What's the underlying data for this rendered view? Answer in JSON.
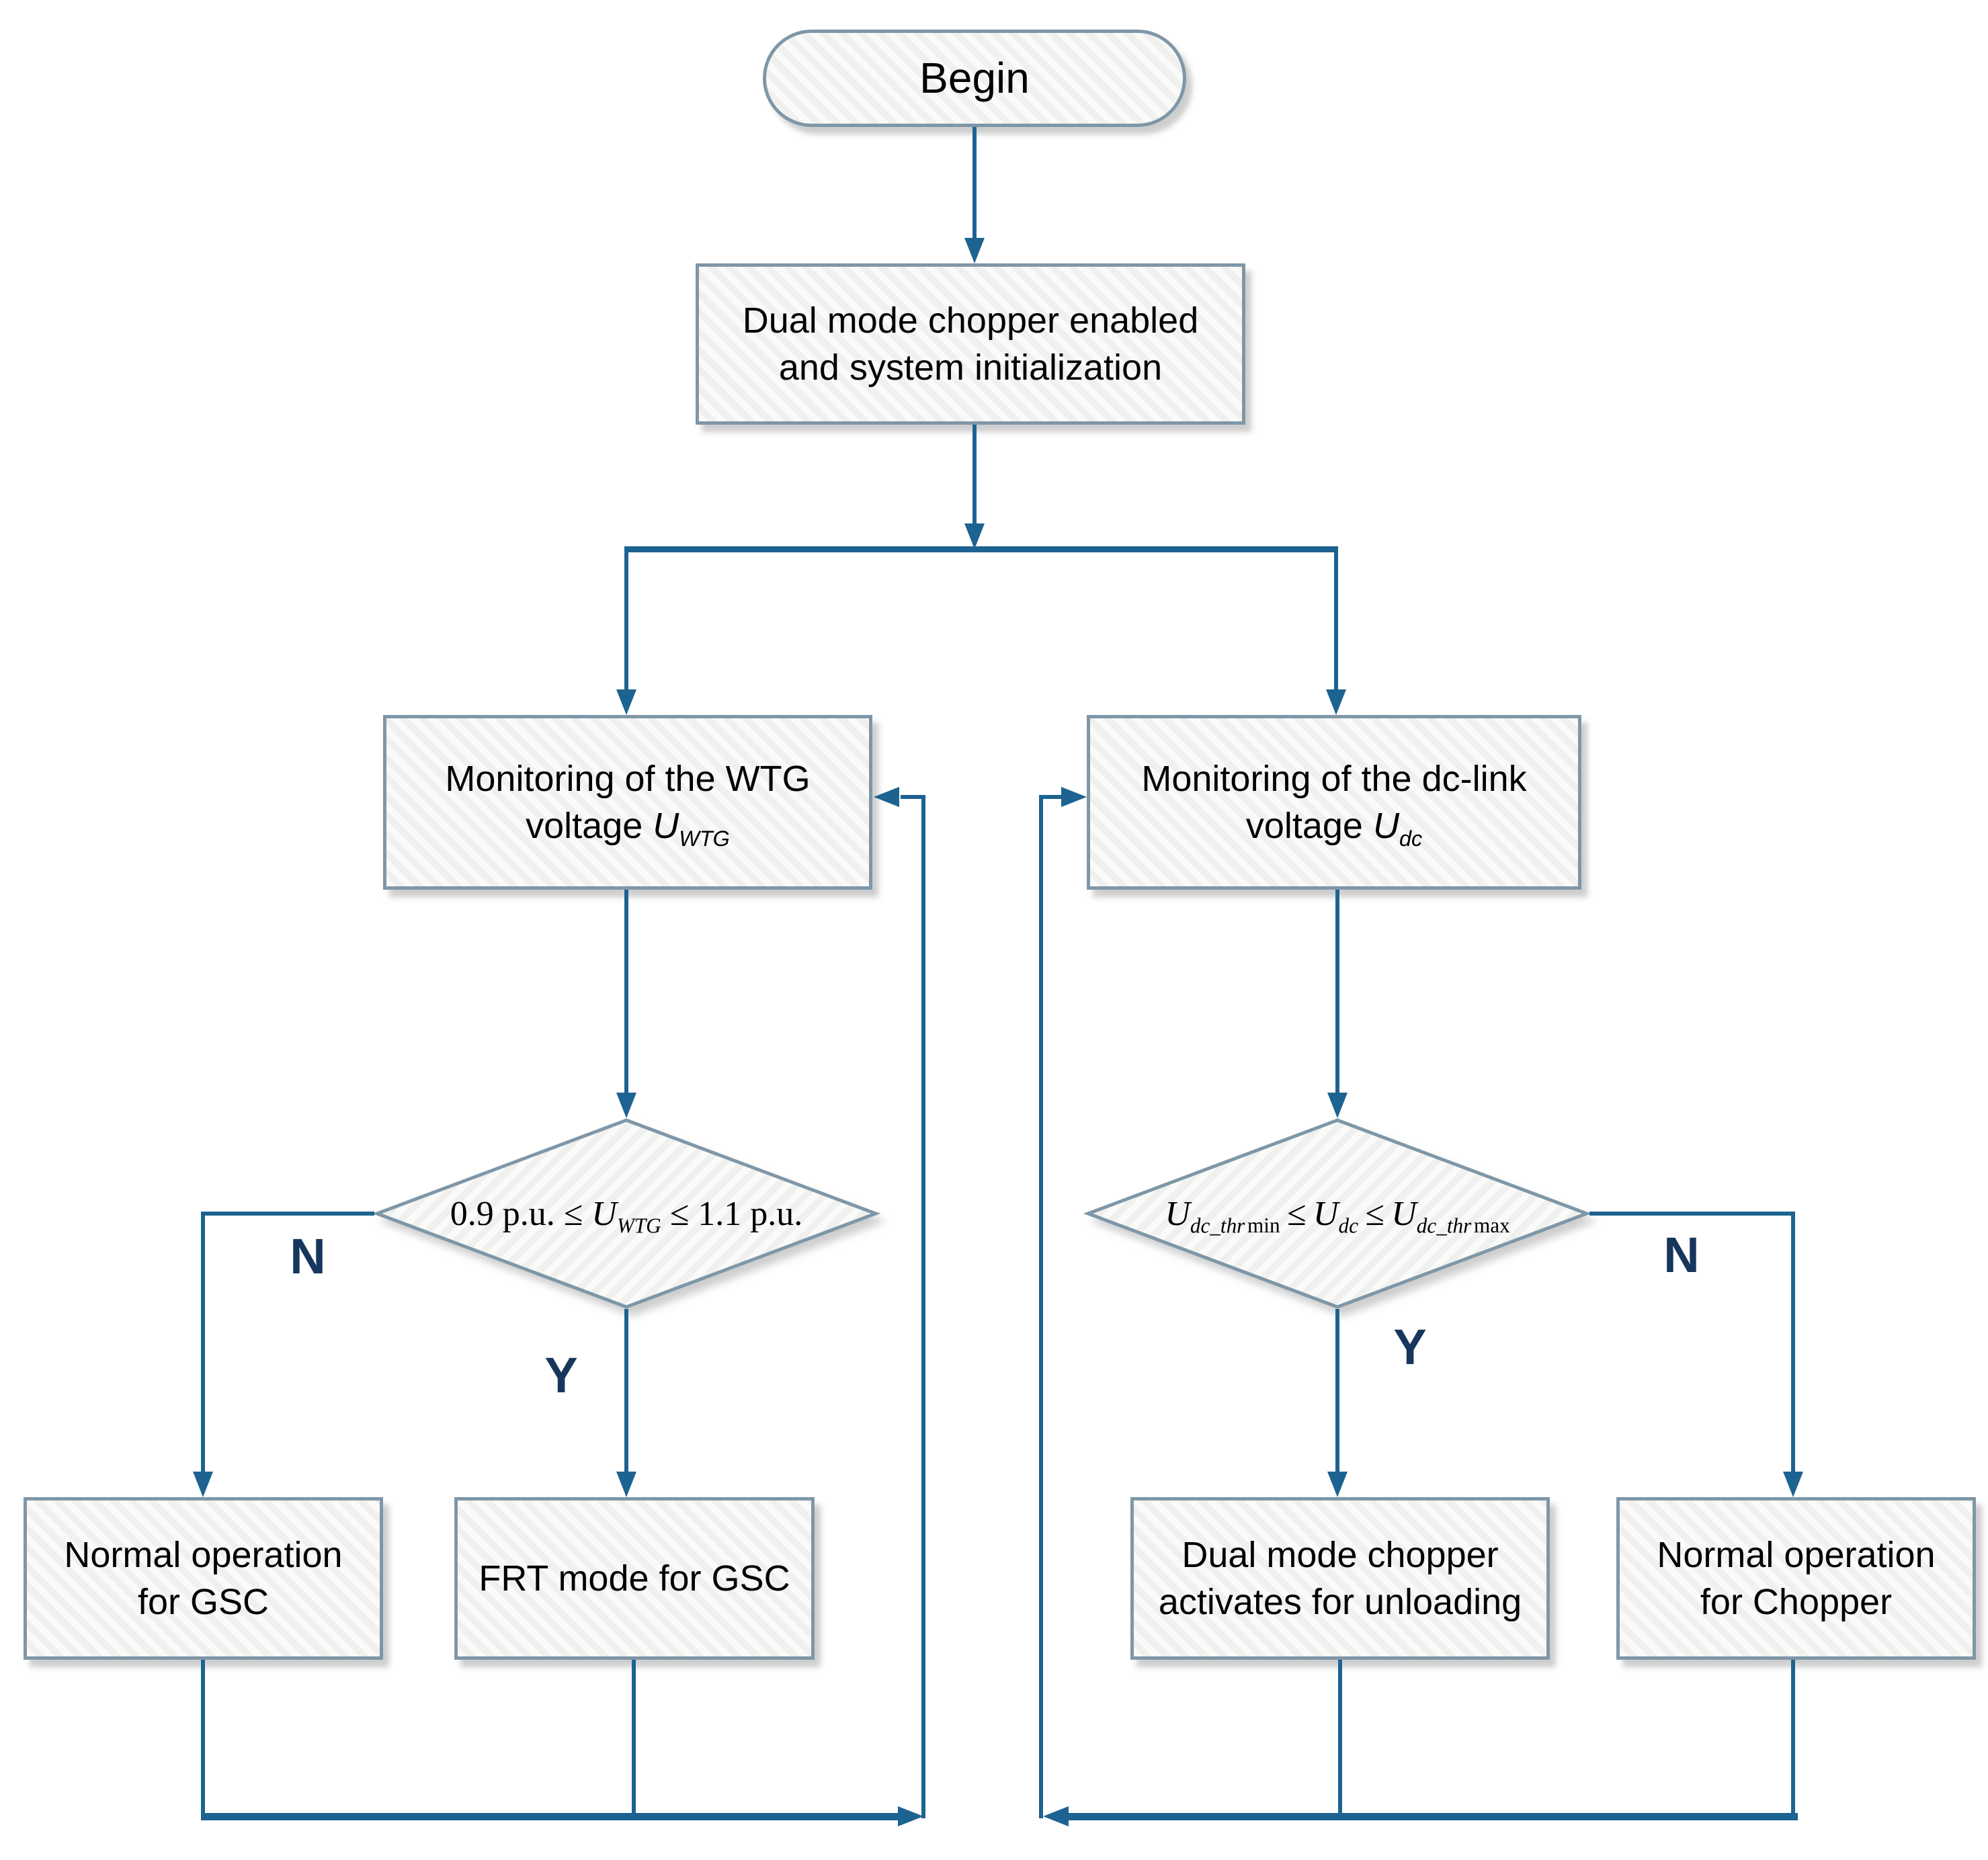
{
  "diagram": {
    "colors": {
      "line": "#1D6391",
      "label": "#17365D",
      "box_border": "#7E97A8",
      "box_fill": "#F0F0EE"
    },
    "begin": {
      "label": "Begin"
    },
    "init": {
      "line1": "Dual mode chopper enabled",
      "line2": "and system initialization"
    },
    "monitor_wtg": {
      "line1": "Monitoring of the WTG",
      "line2_pre": "voltage ",
      "var": "U",
      "sub": "WTG"
    },
    "monitor_dc": {
      "line1": "Monitoring of the dc-link",
      "line2_pre": "voltage ",
      "var": "U",
      "sub": "dc"
    },
    "decision_wtg": {
      "pre": "0.9 p.u. ≤ ",
      "var": "U",
      "sub": "WTG",
      "post": " ≤ 1.1 p.u."
    },
    "decision_dc": {
      "v1": "U",
      "s1": "dc_thr",
      "r1": "min",
      "op1": "≤",
      "v2": "U",
      "s2": "dc",
      "op2": "≤",
      "v3": "U",
      "s3": "dc_thr",
      "r3": "max"
    },
    "branches": {
      "wtg_no": "N",
      "wtg_yes": "Y",
      "dc_yes": "Y",
      "dc_no": "N"
    },
    "normal_gsc": {
      "line1": "Normal operation",
      "line2": "for GSC"
    },
    "frt_gsc": {
      "label": "FRT mode for GSC"
    },
    "chopper_unload": {
      "line1": "Dual mode chopper",
      "line2": "activates for unloading"
    },
    "normal_chopper": {
      "line1": "Normal operation",
      "line2": "for Chopper"
    }
  }
}
